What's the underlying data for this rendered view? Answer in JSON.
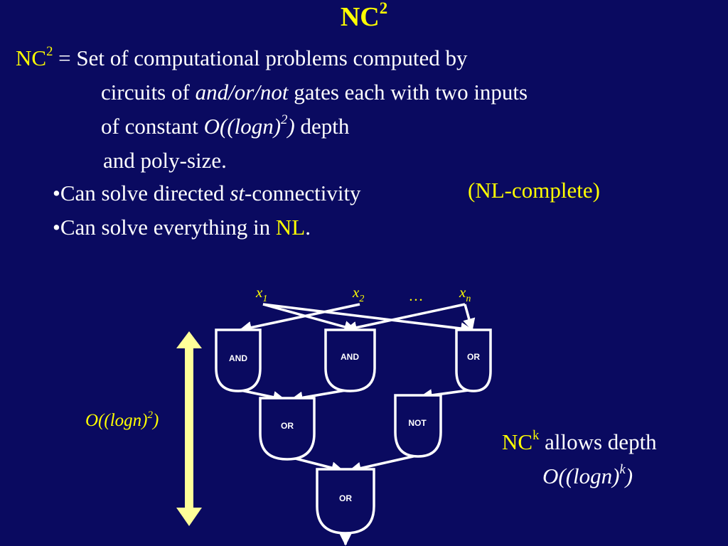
{
  "title": {
    "base": "NC",
    "sup": "2"
  },
  "definition": {
    "term_base": "NC",
    "term_sup": "2",
    "line1_rest": " = Set of computational problems computed by",
    "line2_pre": "circuits of ",
    "line2_italic": "and/or/not",
    "line2_post": " gates each with two inputs",
    "line3_pre": "of constant ",
    "line3_italic_base": "O((logn)",
    "line3_italic_sup": "2",
    "line3_italic_close": ")",
    "line3_post": " depth",
    "line4": "and poly-size."
  },
  "bullets": [
    {
      "pre": "•Can solve directed ",
      "italic": "st",
      "post": "-connectivity"
    },
    {
      "pre": "•Can solve everything in ",
      "highlight": "NL",
      "post": "."
    }
  ],
  "nl_complete": "(NL-complete)",
  "circuit": {
    "inputs": [
      {
        "name": "x",
        "sub": "1"
      },
      {
        "name": "x",
        "sub": "2"
      },
      {
        "name": "x",
        "sub": "n"
      }
    ],
    "ellipsis": "…",
    "gates": [
      "AND",
      "AND",
      "OR",
      "OR",
      "NOT",
      "OR"
    ]
  },
  "depth_label": {
    "base": "O((logn)",
    "sup": "2",
    "close": ")"
  },
  "nck": {
    "base": "NC",
    "sup": "k",
    "rest": " allows depth",
    "expr_base": "O((logn)",
    "expr_sup": "k",
    "expr_close": ")"
  },
  "colors": {
    "background": "#0a0a60",
    "accent": "#ffff00",
    "depth_arrow": "#ffff99",
    "text": "#ffffff"
  }
}
